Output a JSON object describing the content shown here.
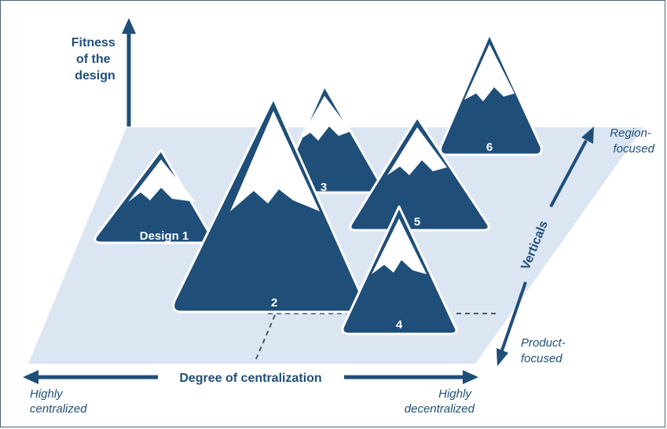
{
  "diagram": {
    "y_axis_label": [
      "Fitness",
      "of the",
      "design"
    ],
    "x_axis_label": "Degree of centralization",
    "x_left": [
      "Highly",
      "centralized"
    ],
    "x_right": [
      "Highly",
      "decentralized"
    ],
    "z_axis_label": "Verticals",
    "z_top": [
      "Region-",
      "focused"
    ],
    "z_bottom": [
      "Product-",
      "focused"
    ],
    "peaks": [
      "Design 1",
      "2",
      "3",
      "4",
      "5",
      "6"
    ]
  },
  "colors": {
    "plane": "#dce6f2",
    "mountain": "#1f4e79",
    "snow": "#ffffff",
    "axis": "#1f4e79",
    "dash": "#4a5a6a"
  }
}
